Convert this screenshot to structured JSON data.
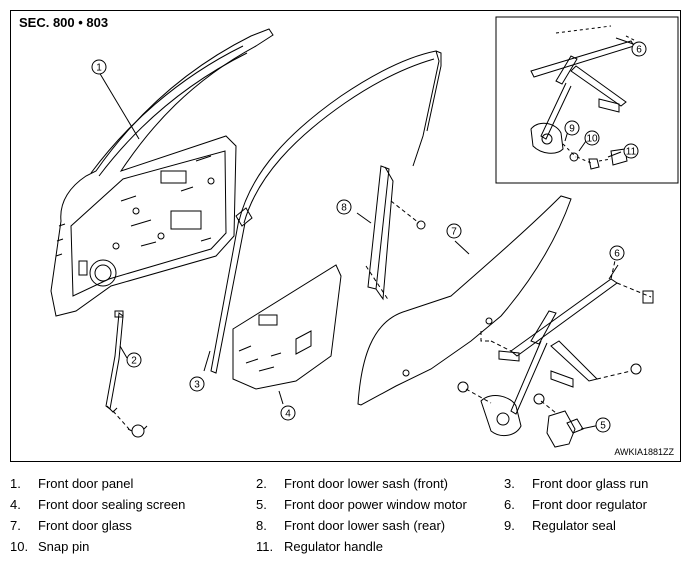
{
  "header": {
    "section": "SEC. 800 • 803"
  },
  "figure_code": "AWKIA1881ZZ",
  "callouts": [
    "1",
    "2",
    "3",
    "4",
    "5",
    "6",
    "7",
    "8",
    "9",
    "10",
    "11",
    "6"
  ],
  "legend": [
    {
      "num": "1.",
      "label": "Front door panel"
    },
    {
      "num": "2.",
      "label": "Front door lower sash (front)"
    },
    {
      "num": "3.",
      "label": "Front door glass run"
    },
    {
      "num": "4.",
      "label": "Front door sealing screen"
    },
    {
      "num": "5.",
      "label": "Front door power window motor"
    },
    {
      "num": "6.",
      "label": "Front door regulator"
    },
    {
      "num": "7.",
      "label": "Front door glass"
    },
    {
      "num": "8.",
      "label": "Front door lower sash (rear)"
    },
    {
      "num": "9.",
      "label": "Regulator seal"
    },
    {
      "num": "10.",
      "label": "Snap pin"
    },
    {
      "num": "11.",
      "label": "Regulator handle"
    }
  ]
}
